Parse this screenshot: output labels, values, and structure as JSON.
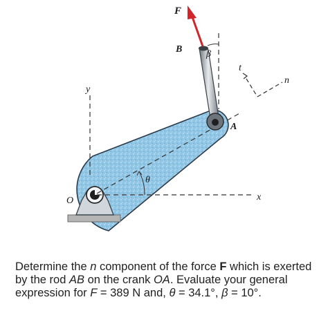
{
  "figure": {
    "labels": {
      "force": "F",
      "point_b": "B",
      "beta": "β",
      "point_a": "A",
      "point_o": "O",
      "theta": "θ",
      "axis_x": "x",
      "axis_y": "y",
      "axis_t": "t",
      "axis_n": "n"
    },
    "colors": {
      "crank_fill": "#8fc6e6",
      "crank_stroke": "#2b3a48",
      "force_arrow": "#d0252b",
      "rod": "#9aa0a6",
      "ground": "#b5b5b5",
      "base": "#d0d6dc"
    }
  },
  "problem": {
    "p1": "Determine the ",
    "n": "n",
    "p2": " component of the force ",
    "F_bold": "F",
    "p3": " which is exerted by the rod ",
    "AB": "AB",
    "p4": " on the crank ",
    "OA": "OA",
    "p5": ". Evaluate your general expression for ",
    "F_it": "F",
    "p6": " = 389 N and, ",
    "theta": "θ",
    "p7": " = 34.1°, ",
    "beta": "β",
    "p8": " = 10°."
  }
}
